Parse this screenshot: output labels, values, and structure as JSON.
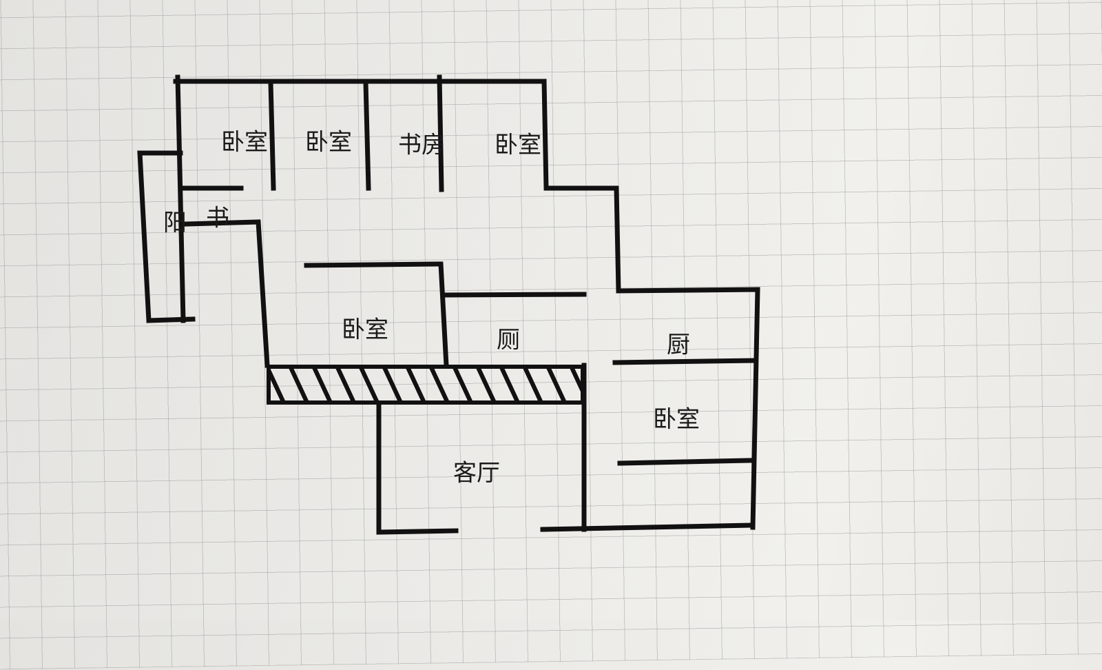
{
  "rooms": {
    "bedroom_1": "卧室",
    "bedroom_2": "卧室",
    "study_top": "书房",
    "bedroom_3": "卧室",
    "balcony": "阳",
    "study_left": "书",
    "bedroom_middle": "卧室",
    "toilet": "厕",
    "kitchen": "厨",
    "bedroom_right": "卧室",
    "living_room": "客厅"
  },
  "colors": {
    "wall": "#111111",
    "paper": "#ebeae7"
  }
}
